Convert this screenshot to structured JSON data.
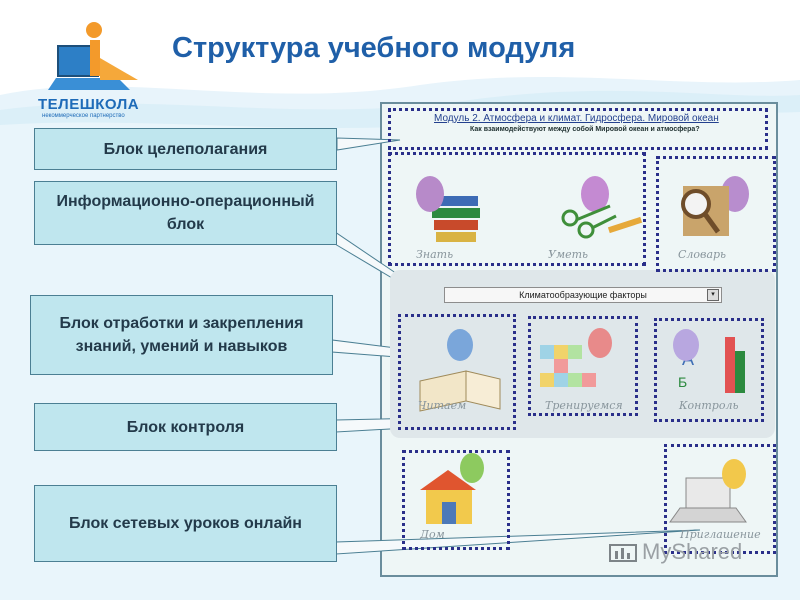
{
  "page": {
    "title": "Структура учебного модуля"
  },
  "logo": {
    "name": "ТЕЛЕШКОЛА",
    "subtitle": "некоммерческое партнерство"
  },
  "labels": [
    {
      "text": "Блок целеполагания"
    },
    {
      "text": "Информационно-операционный блок"
    },
    {
      "text": "Блок отработки и закрепления знаний, умений и навыков"
    },
    {
      "text": "Блок контроля"
    },
    {
      "text": "Блок сетевых уроков онлайн"
    }
  ],
  "module": {
    "header_link": "Модуль 2. Атмосфера и климат. Гидросфера. Мировой океан",
    "question": "Как взаимодействуют между собой Мировой океан и атмосфера?",
    "dropdown_value": "Климатообразующие факторы",
    "tiles": {
      "know": "Знать",
      "skill": "Уметь",
      "dictionary": "Словарь",
      "read": "Читаем",
      "train": "Тренируемся",
      "control": "Контроль",
      "home": "Дом",
      "invite": "Приглашение"
    }
  },
  "watermark": "MyShared",
  "colors": {
    "title": "#1f5fa8",
    "label_bg": "#bfe6ee",
    "dash": "#2a2f8a"
  }
}
